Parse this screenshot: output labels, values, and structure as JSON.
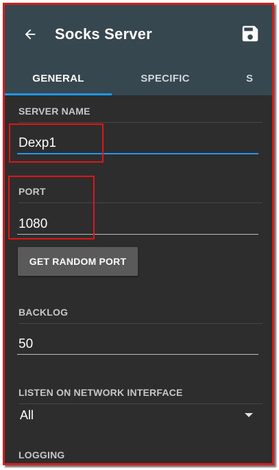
{
  "appbar": {
    "title": "Socks Server",
    "back_icon": "arrow-left-icon",
    "save_icon": "floppy-disk-icon"
  },
  "tabs": [
    {
      "label": "GENERAL",
      "active": true
    },
    {
      "label": "SPECIFIC",
      "active": false
    },
    {
      "label": "S",
      "active": false
    }
  ],
  "sections": {
    "server_name": {
      "header": "SERVER NAME",
      "value": "Dexp1"
    },
    "port": {
      "header": "PORT",
      "value": "1080",
      "random_button": "GET RANDOM PORT"
    },
    "backlog": {
      "header": "BACKLOG",
      "value": "50"
    },
    "listen": {
      "header": "LISTEN ON NETWORK INTERFACE",
      "value": "All"
    },
    "logging": {
      "header": "LOGGING"
    }
  },
  "colors": {
    "appbar": "#37474f",
    "accent": "#2196f3",
    "background": "#2d2d2d",
    "annotation": "#e01616"
  }
}
